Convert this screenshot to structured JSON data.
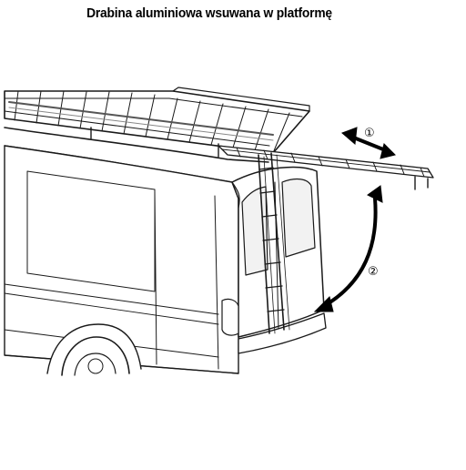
{
  "title": "Drabina aluminiowa wsuwana w platformę",
  "steps": [
    {
      "marker": "①",
      "meaning": "slide"
    },
    {
      "marker": "②",
      "meaning": "rotate"
    }
  ],
  "colors": {
    "line": "#1a1a1a",
    "vehicle_fill": "#ffffff",
    "glass": "#f2f2f2",
    "rack": "#e6e6e6",
    "arrow": "#000000"
  }
}
